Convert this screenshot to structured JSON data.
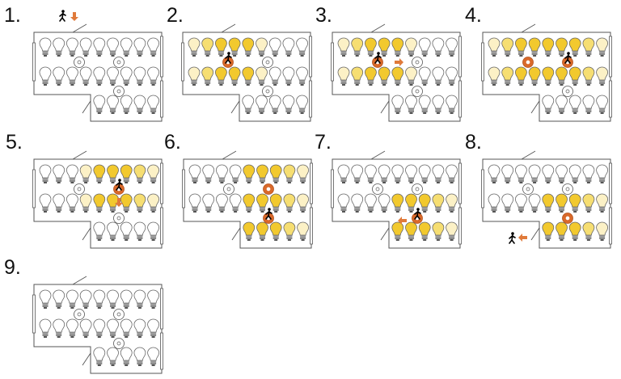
{
  "colors": {
    "off": "#ffffff",
    "pale": "#fcf1c6",
    "mid": "#f6de72",
    "full": "#f2c92e",
    "sensor_active": "#d9692a",
    "arrow": "#e07a3a",
    "wall": "#555555"
  },
  "level_legend": [
    "off",
    "pale",
    "mid",
    "full"
  ],
  "panels": [
    {
      "label": "1.",
      "top": [
        0,
        0,
        0,
        0,
        0,
        0,
        0,
        0,
        0
      ],
      "middle": [
        0,
        0,
        0,
        0,
        0,
        0,
        0,
        0,
        0
      ],
      "bottom": [
        0,
        0,
        0,
        0,
        0
      ],
      "active_sensors": [],
      "person": "outside-top-door",
      "arrow": "down"
    },
    {
      "label": "2.",
      "top": [
        1,
        2,
        3,
        3,
        3,
        1,
        0,
        0,
        0
      ],
      "middle": [
        1,
        2,
        3,
        3,
        3,
        1,
        0,
        0,
        0
      ],
      "bottom": [
        0,
        0,
        0,
        0,
        0
      ],
      "active_sensors": [
        1
      ],
      "person": "sensor-1",
      "arrow": null
    },
    {
      "label": "3.",
      "top": [
        1,
        2,
        3,
        3,
        3,
        1,
        0,
        0,
        0
      ],
      "middle": [
        1,
        2,
        3,
        3,
        3,
        1,
        0,
        0,
        0
      ],
      "bottom": [
        0,
        0,
        0,
        0,
        0
      ],
      "active_sensors": [
        1
      ],
      "person": "sensor-1",
      "arrow": "right"
    },
    {
      "label": "4.",
      "top": [
        1,
        2,
        3,
        3,
        3,
        3,
        3,
        2,
        1
      ],
      "middle": [
        1,
        2,
        3,
        3,
        3,
        3,
        3,
        2,
        1
      ],
      "bottom": [
        0,
        0,
        0,
        0,
        0
      ],
      "active_sensors": [
        1,
        2
      ],
      "person": "sensor-2",
      "arrow": null
    },
    {
      "label": "5.",
      "top": [
        0,
        0,
        0,
        1,
        3,
        3,
        3,
        2,
        1
      ],
      "middle": [
        0,
        0,
        0,
        1,
        3,
        3,
        3,
        2,
        1
      ],
      "bottom": [
        0,
        0,
        0,
        0,
        0
      ],
      "active_sensors": [
        2
      ],
      "person": "sensor-2",
      "arrow": "down"
    },
    {
      "label": "6.",
      "top": [
        0,
        0,
        0,
        0,
        3,
        3,
        3,
        2,
        1
      ],
      "middle": [
        0,
        0,
        0,
        0,
        3,
        3,
        3,
        2,
        1
      ],
      "bottom": [
        3,
        3,
        3,
        2,
        1
      ],
      "active_sensors": [
        2,
        3
      ],
      "person": "sensor-3",
      "arrow": null
    },
    {
      "label": "7.",
      "top": [
        0,
        0,
        0,
        0,
        0,
        0,
        0,
        0,
        0
      ],
      "middle": [
        0,
        0,
        0,
        0,
        3,
        3,
        3,
        2,
        1
      ],
      "bottom": [
        3,
        3,
        3,
        2,
        1
      ],
      "active_sensors": [
        3
      ],
      "person": "sensor-3",
      "arrow": "left"
    },
    {
      "label": "8.",
      "top": [
        0,
        0,
        0,
        0,
        0,
        0,
        0,
        0,
        0
      ],
      "middle": [
        0,
        0,
        0,
        0,
        3,
        3,
        3,
        2,
        1
      ],
      "bottom": [
        3,
        3,
        3,
        2,
        1
      ],
      "active_sensors": [
        3
      ],
      "person": "outside-bottom-door",
      "arrow": "left"
    },
    {
      "label": "9.",
      "top": [
        0,
        0,
        0,
        0,
        0,
        0,
        0,
        0,
        0
      ],
      "middle": [
        0,
        0,
        0,
        0,
        0,
        0,
        0,
        0,
        0
      ],
      "bottom": [
        0,
        0,
        0,
        0,
        0
      ],
      "active_sensors": [],
      "person": null,
      "arrow": null
    }
  ]
}
